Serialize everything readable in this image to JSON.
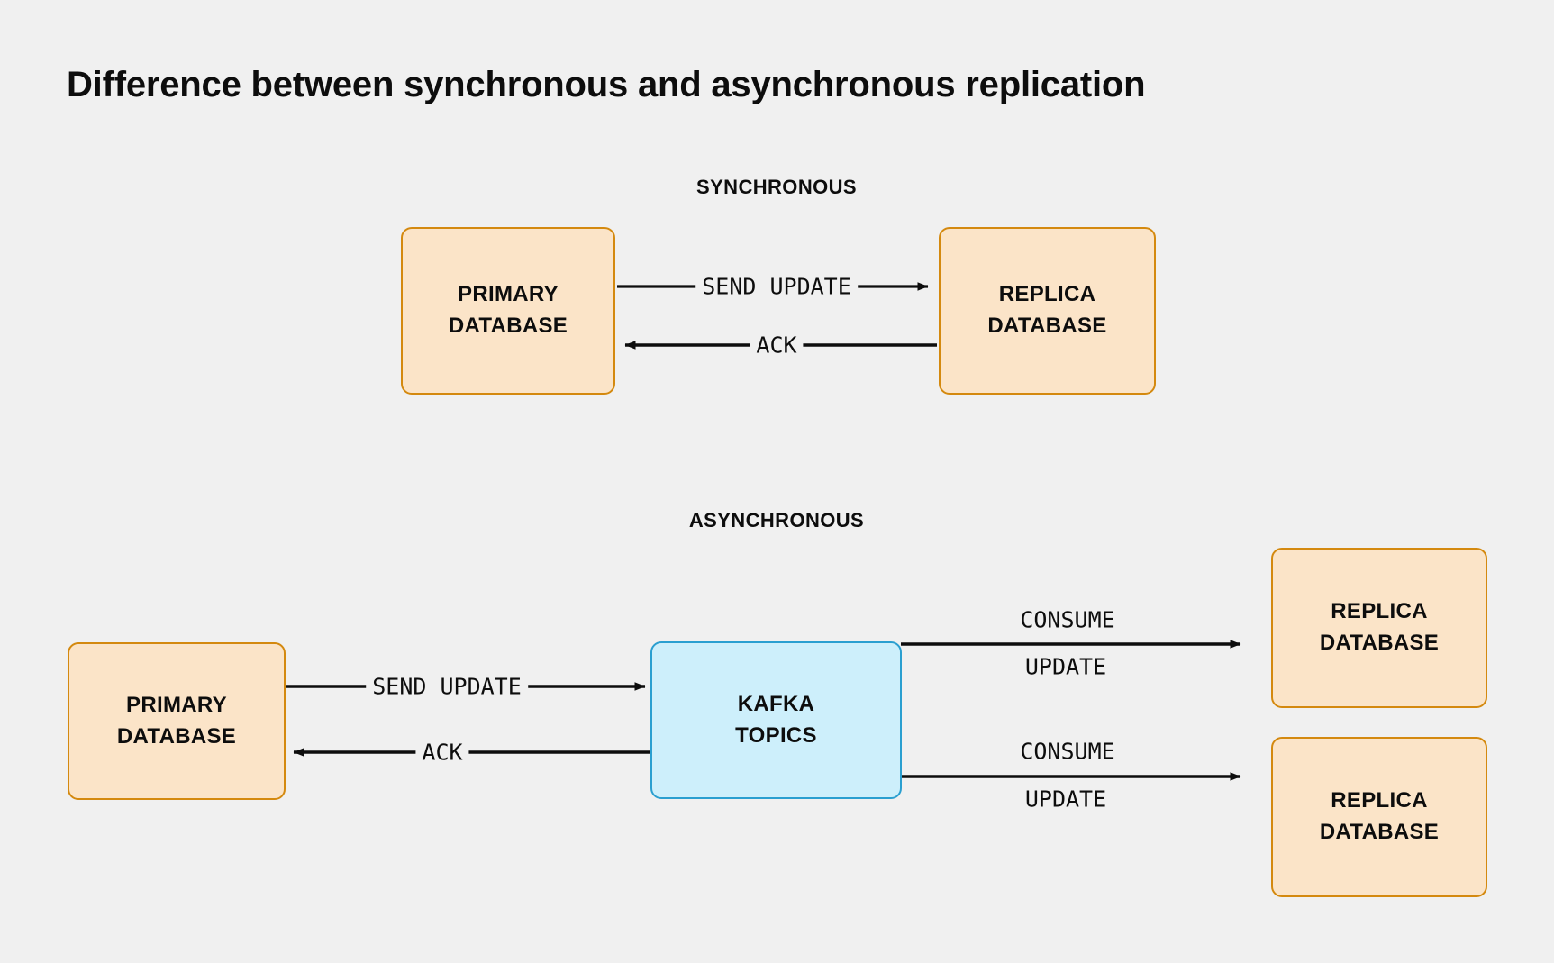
{
  "page": {
    "title": "Difference between synchronous and asynchronous replication",
    "background_color": "#f0f0f0",
    "text_color": "#0d0d0d"
  },
  "colors": {
    "db_fill": "#fbe4c8",
    "db_border": "#d4890f",
    "kafka_fill": "#cdeffb",
    "kafka_border": "#2a9fd0",
    "arrow": "#0d0d0d"
  },
  "sections": {
    "synchronous": {
      "label": "SYNCHRONOUS",
      "nodes": {
        "primary": {
          "line1": "PRIMARY",
          "line2": "DATABASE"
        },
        "replica": {
          "line1": "REPLICA",
          "line2": "DATABASE"
        }
      },
      "edges": {
        "send_update": "SEND UPDATE",
        "ack": "ACK"
      }
    },
    "asynchronous": {
      "label": "ASYNCHRONOUS",
      "nodes": {
        "primary": {
          "line1": "PRIMARY",
          "line2": "DATABASE"
        },
        "kafka": {
          "line1": "KAFKA",
          "line2": "TOPICS"
        },
        "replica_top": {
          "line1": "REPLICA",
          "line2": "DATABASE"
        },
        "replica_bottom": {
          "line1": "REPLICA",
          "line2": "DATABASE"
        }
      },
      "edges": {
        "send_update": "SEND UPDATE",
        "ack": "ACK",
        "consume_top_line1": "CONSUME",
        "consume_top_line2": "UPDATE",
        "consume_bottom_line1": "CONSUME",
        "consume_bottom_line2": "UPDATE"
      }
    }
  }
}
